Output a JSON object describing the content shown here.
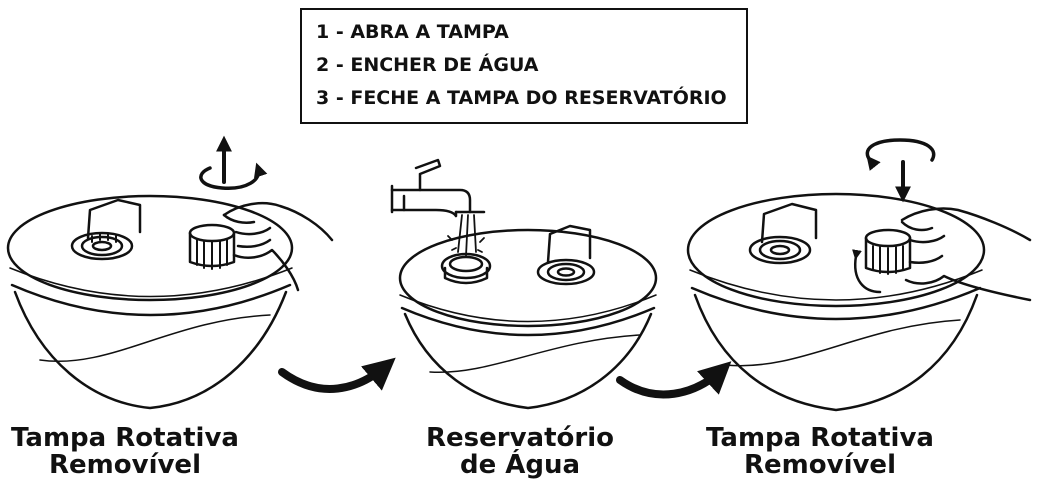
{
  "instructions": {
    "steps": [
      "1 - ABRA A TAMPA",
      "2 - ENCHER DE ÁGUA",
      "3 - FECHE A TAMPA DO RESERVATÓRIO"
    ]
  },
  "captions": [
    {
      "line1": "Tampa Rotativa",
      "line2": "Removível"
    },
    {
      "line1": "Reservatório",
      "line2": "de Água"
    },
    {
      "line1": "Tampa Rotativa",
      "line2": "Removível"
    }
  ]
}
